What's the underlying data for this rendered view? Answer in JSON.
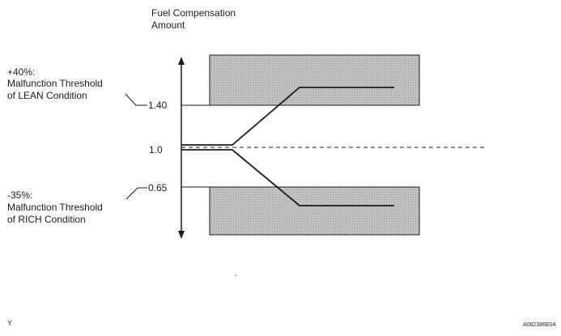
{
  "axis": {
    "title_line1": "Fuel Compensation",
    "title_line2": "Amount"
  },
  "ticks": {
    "upper": "1.40",
    "center": "1.0",
    "lower": "0.65"
  },
  "lean_note": {
    "line1": "+40%:",
    "line2": "Malfunction Threshold",
    "line3": "of LEAN Condition"
  },
  "rich_note": {
    "line1": "-35%:",
    "line2": "Malfunction Threshold",
    "line3": "of RICH Condition"
  },
  "corner_mark": "Y",
  "figure_id": "A082386E04",
  "colors": {
    "line": "#1a1a1a",
    "zone_fill": "#c8c8c8"
  }
}
